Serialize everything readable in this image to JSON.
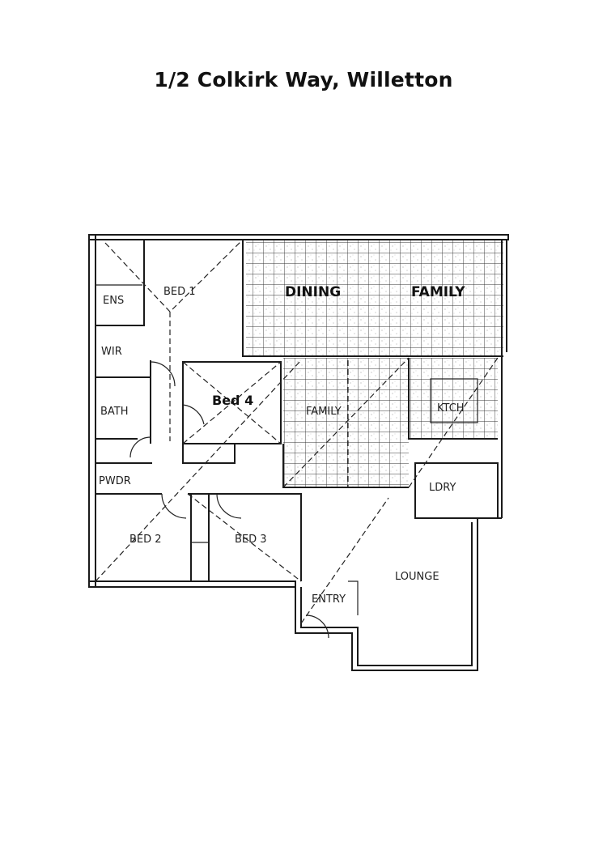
{
  "title": "1/2 Colkirk Way, Willetton",
  "rooms": {
    "ens": "ENS",
    "bed1": "BED 1",
    "wir": "WIR",
    "dining": "DINING",
    "family_top": "FAMILY",
    "bed4": "Bed 4",
    "bath": "BATH",
    "family": "FAMILY",
    "kitch": "KTCH",
    "pwdr": "PWDR",
    "ldry": "LDRY",
    "bed2": "BED 2",
    "bed3": "BED 3",
    "lounge": "LOUNGE",
    "entry": "ENTRY"
  },
  "colors": {
    "line": "#1a1a1a",
    "background": "#ffffff"
  }
}
